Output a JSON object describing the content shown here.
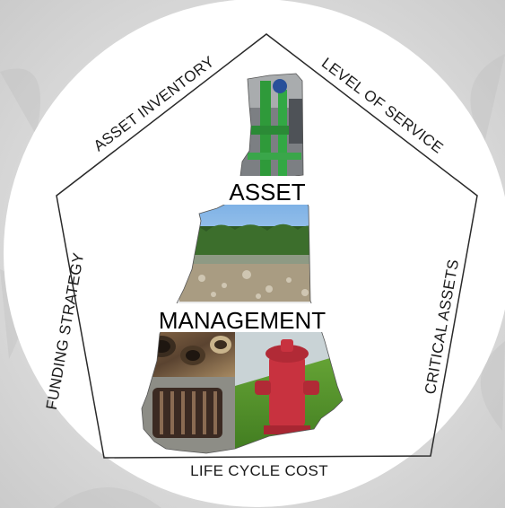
{
  "center": {
    "line1": "ASSET",
    "line2": "MANAGEMENT"
  },
  "pentagon_labels": {
    "top_left": "ASSET INVENTORY",
    "top_right": "LEVEL OF SERVICE",
    "right": "CRITICAL ASSETS",
    "bottom": "LIFE CYCLE COST",
    "left": "FUNDING STRATEGY"
  },
  "colors": {
    "background": "#dcdcdc",
    "circle": "#ffffff",
    "pentagon_stroke": "#2a2a2a",
    "text": "#1a1a1a"
  },
  "photo_panels": [
    {
      "name": "pump-station-pipes-photo"
    },
    {
      "name": "treatment-plant-photo"
    },
    {
      "name": "pipes-stack-photo"
    },
    {
      "name": "storm-drain-grate-photo"
    },
    {
      "name": "fire-hydrant-photo"
    }
  ]
}
